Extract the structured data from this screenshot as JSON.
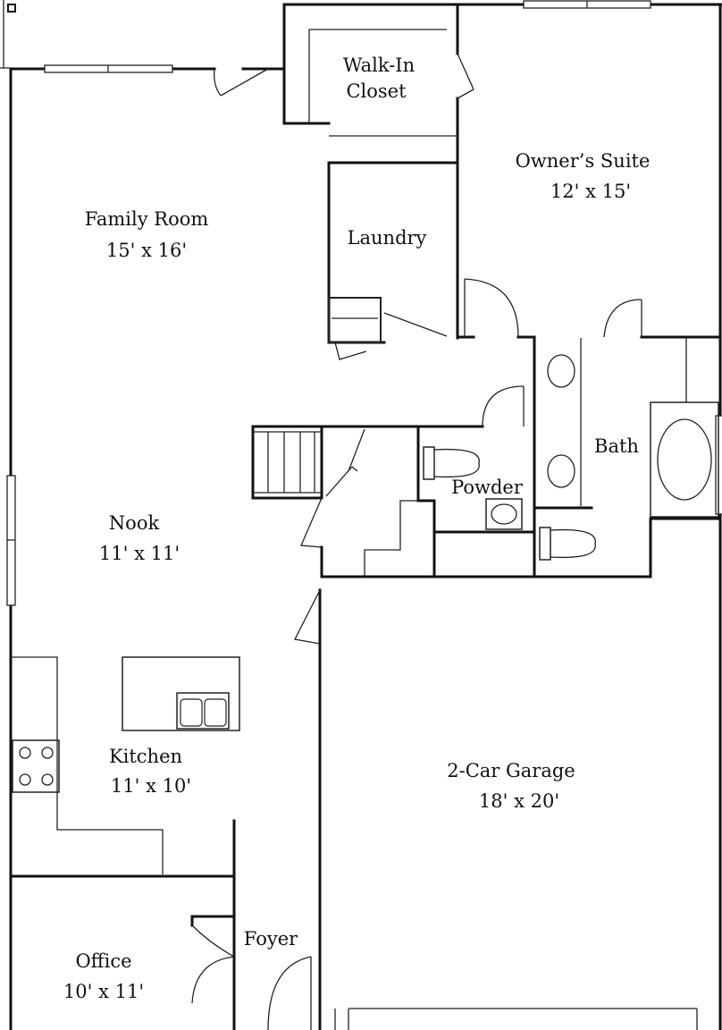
{
  "rooms": {
    "walk_in_closet": {
      "line1": "Walk-In",
      "line2": "Closet"
    },
    "owners_suite": {
      "name": "Owner’s Suite",
      "size": "12' x 15'"
    },
    "family_room": {
      "name": "Family Room",
      "size": "15' x 16'"
    },
    "laundry": {
      "name": "Laundry"
    },
    "bath": {
      "name": "Bath"
    },
    "powder": {
      "name": "Powder"
    },
    "nook": {
      "name": "Nook",
      "size": "11' x 11'"
    },
    "kitchen": {
      "name": "Kitchen",
      "size": "11' x 10'"
    },
    "garage": {
      "name": "2-Car Garage",
      "size": "18' x 20'"
    },
    "foyer": {
      "name": "Foyer"
    },
    "office": {
      "name": "Office",
      "size": "10' x 11'"
    }
  },
  "colors": {
    "wall": "#111111",
    "background": "#ffffff"
  }
}
